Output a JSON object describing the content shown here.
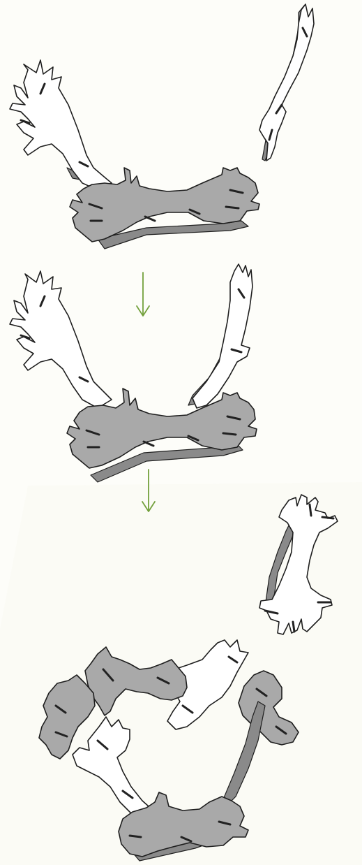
{
  "colors": {
    "background": "#fdfdf9",
    "light_piece": "#ffffff",
    "dark_piece": "#a9a9a9",
    "outline": "#1e1e1e",
    "arrow": "#73a03c"
  },
  "icons": {
    "arrow_1": "arrow-down-icon",
    "arrow_2": "arrow-down-icon"
  },
  "steps": [
    {
      "id": "step-1",
      "pieces": [
        "branch-piece-light",
        "branch-piece-dark",
        "branch-piece-loose"
      ]
    },
    {
      "id": "step-2",
      "pieces": [
        "branch-piece-light",
        "branch-piece-dark",
        "branch-piece-light-right"
      ]
    },
    {
      "id": "step-3",
      "pieces": [
        "assembled-ring",
        "branch-piece-loose"
      ]
    }
  ]
}
